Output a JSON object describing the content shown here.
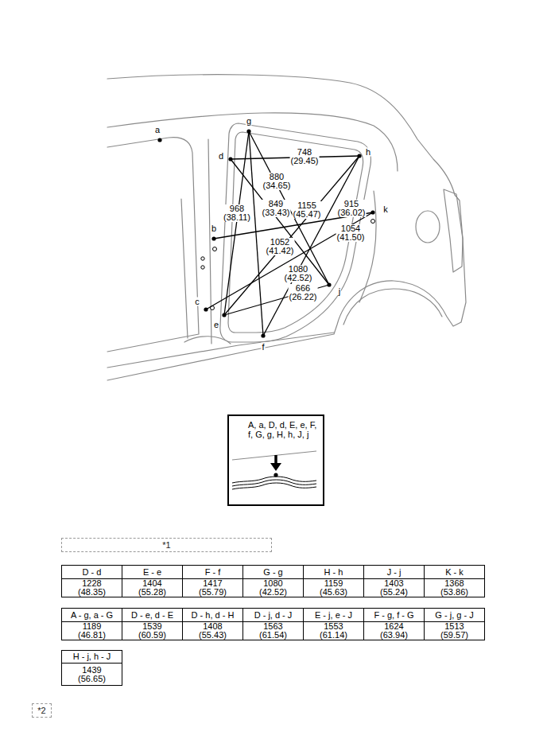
{
  "diagram": {
    "nodes": [
      {
        "text": [
          "A, a, D, d, E, e, F, f, G, g, H, h, J, j"
        ]
      },
      {
        "text": [
          "*1"
        ]
      },
      {
        "text": [
          "*2"
        ]
      }
    ],
    "labels": [
      "a",
      "g",
      "d",
      "748 (29.45)",
      "h",
      "880 (34.65)",
      "968 (38.11)",
      "849 (33.43)",
      "1155 (45.47)",
      "915 (36.02)",
      "k",
      "b",
      "1054 (41.50)",
      "1052 (41.42)",
      "1080 (42.52)",
      "666 (26.22)",
      "j",
      "c",
      "e",
      "f",
      "D - d",
      "E - e",
      "F - f",
      "G - g",
      "H - h",
      "J - j",
      "K - k",
      "1228 (48.35)",
      "1404 (55.28)",
      "1417 (55.79)",
      "1080 (42.52)",
      "1159 (45.63)",
      "1403 (55.24)",
      "1368 (53.86)",
      "A - g, a - G",
      "D - e, d - E",
      "D - h, d - H",
      "D - j, d - J",
      "E - j, e - J",
      "F - g, f - G",
      "G - j, g - J",
      "1189 (46.81)",
      "1539 (60.59)",
      "1408 (55.43)",
      "1563 (61.54)",
      "1553 (61.14)",
      "1624 (63.94)",
      "1513 (59.57)",
      "H - j, h - J",
      "1439 (56.65)"
    ]
  }
}
